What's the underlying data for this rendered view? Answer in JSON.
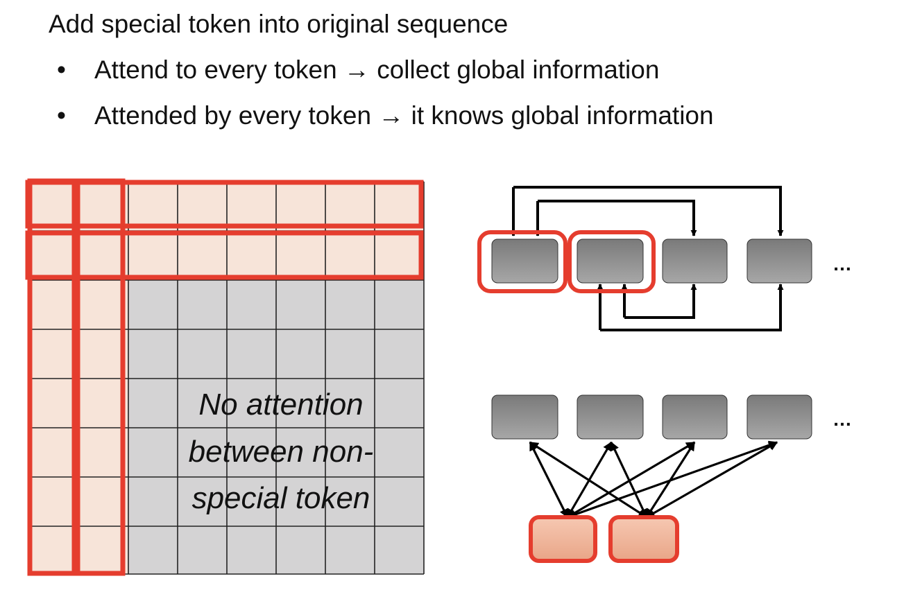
{
  "title": "Add special token into original sequence",
  "bullets": [
    {
      "marker": "•",
      "text": "Attend to every token → collect global information"
    },
    {
      "marker": "•",
      "text": "Attended by every token → it knows global information"
    }
  ],
  "matrix": {
    "rows": 8,
    "cols": 8,
    "special_tokens": 2,
    "caption_lines": [
      "No attention",
      "between non-",
      "special token"
    ],
    "colors": {
      "special": "#f7e4d9",
      "non_special": "#d4d3d4",
      "highlight": "#e53d2e",
      "grid": "#222222"
    }
  },
  "diagram_top": {
    "tokens": 4,
    "special_tokens": 2,
    "ellipsis": "…"
  },
  "diagram_bottom": {
    "tokens": 4,
    "special_tokens": 2,
    "ellipsis": "…"
  },
  "colors": {
    "token_gray": "#8c8c8c",
    "special_token_fill": "#f0b59c",
    "highlight": "#e53d2e"
  }
}
